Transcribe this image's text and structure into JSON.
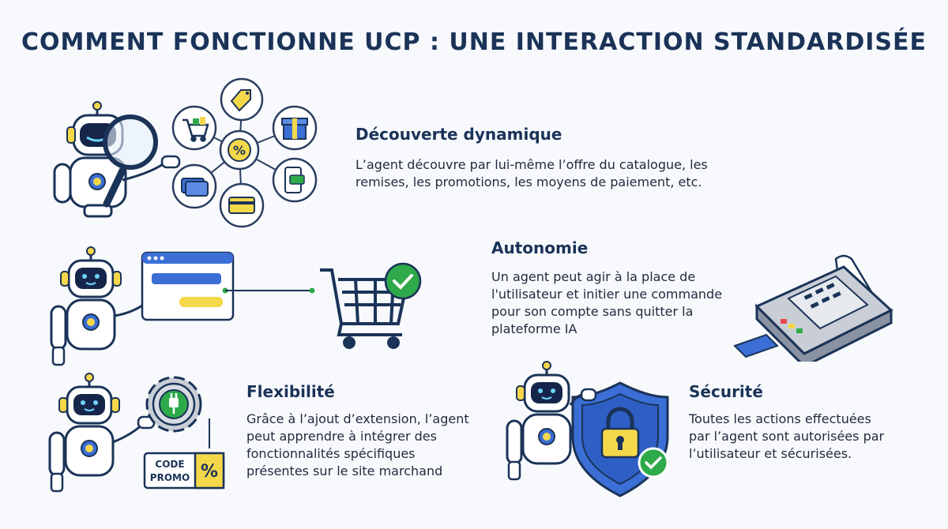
{
  "title": "COMMENT FONCTIONNE UCP : UNE INTERACTION STANDARDISÉE",
  "sections": {
    "discovery": {
      "title": "Découverte dynamique",
      "body_line1": "L’agent découvre par lui-même l’offre du catalogue, les",
      "body_line2": "remises, les promotions, les moyens de paiement, etc."
    },
    "autonomy": {
      "title": "Autonomie",
      "body_line1": "Un agent peut agir à la place de",
      "body_line2": "l'utilisateur et initier une commande",
      "body_line3": "pour son compte sans quitter la",
      "body_line4": "plateforme IA"
    },
    "flexibility": {
      "title": "Flexibilité",
      "body_line1": "Grâce à l’ajout d’extension, l’agent",
      "body_line2": "peut apprendre à intégrer des",
      "body_line3": "fonctionnalités spécifiques",
      "body_line4": "présentes sur le site marchand"
    },
    "security": {
      "title": "Sécurité",
      "body_line1": "Toutes les actions effectuées",
      "body_line2": "par l’agent sont autorisées par",
      "body_line3": "l’utilisateur et sécurisées."
    }
  },
  "promo": {
    "line1": "CODE",
    "line2": "PROMO",
    "symbol": "%"
  },
  "hub_symbol": "%",
  "icons": [
    "robot-icon",
    "magnifier-icon",
    "cart-icon",
    "price-tag-icon",
    "gift-icon",
    "percent-icon",
    "card-icon",
    "phone-payment-icon",
    "browser-window-icon",
    "checkmark-icon",
    "gear-plug-icon",
    "shield-lock-icon",
    "payment-terminal-icon"
  ],
  "colors": {
    "navy": "#1b3358",
    "blue": "#3b6fd6",
    "yellow": "#f5d84a",
    "green": "#2eaa4a",
    "robot_face": "#16264a"
  }
}
